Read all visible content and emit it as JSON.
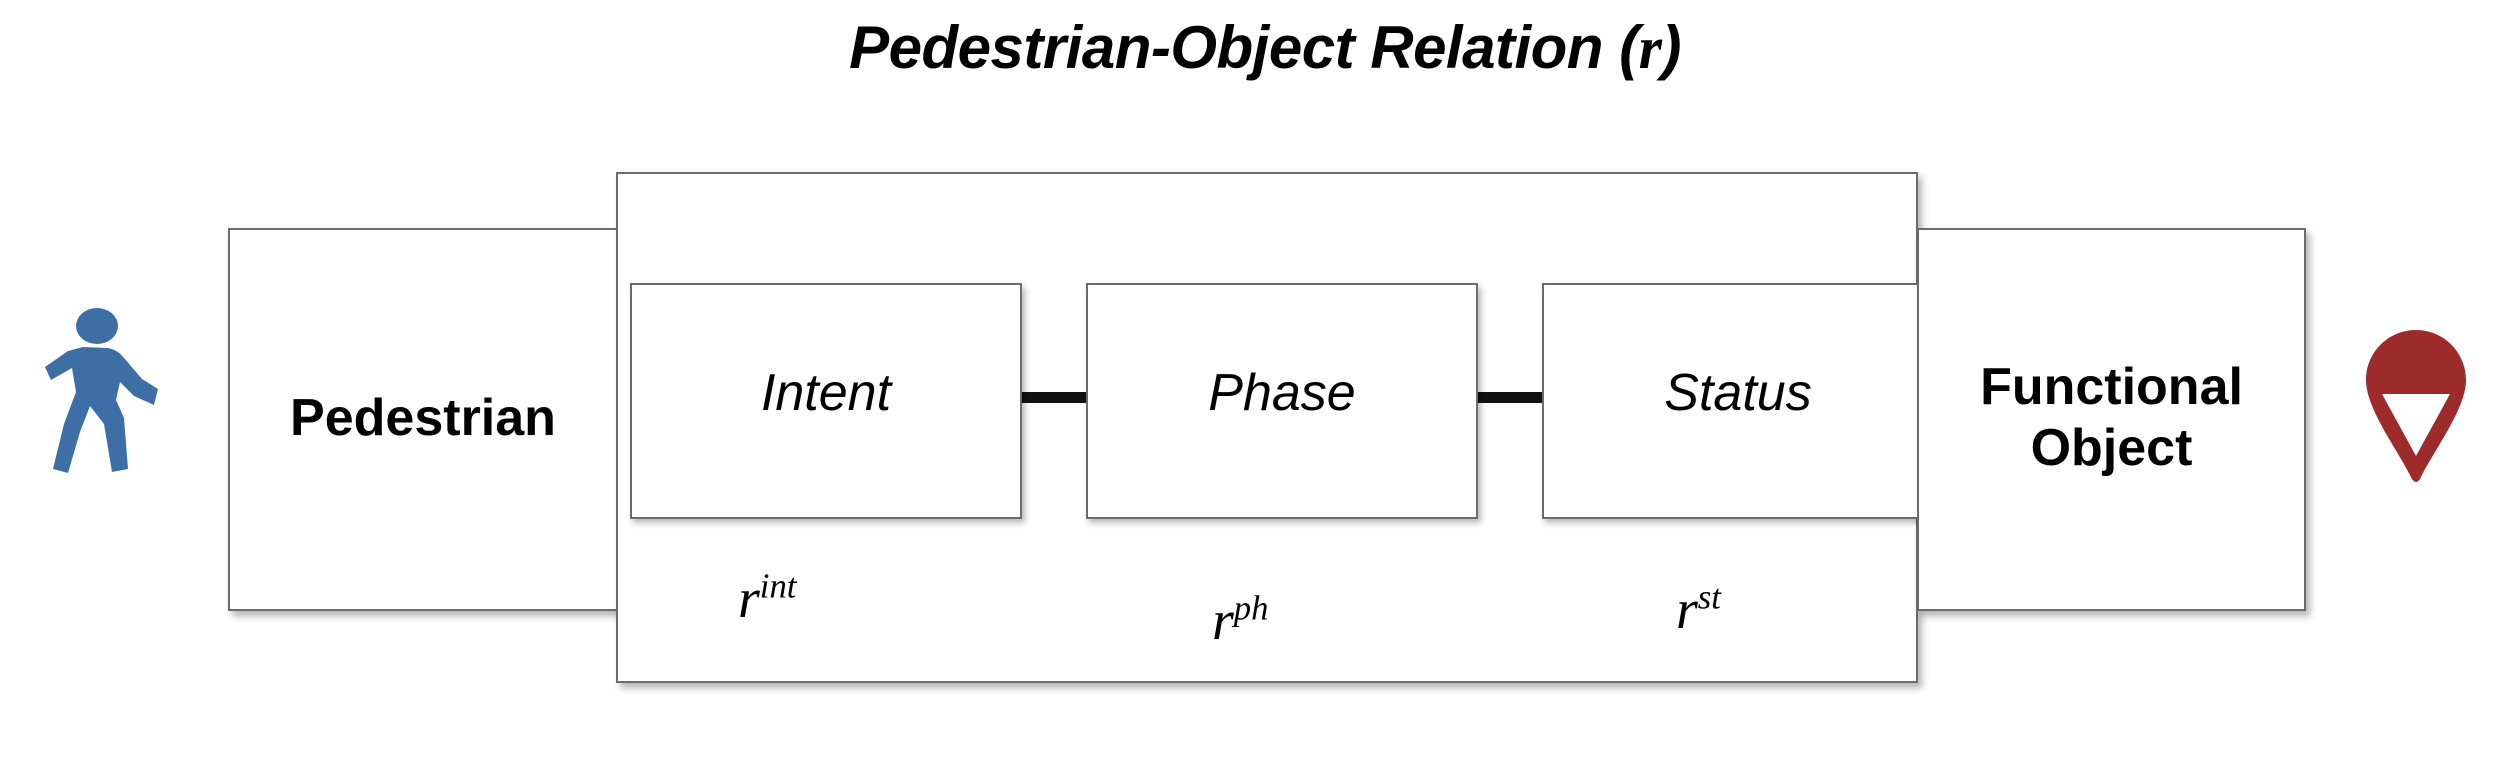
{
  "diagram": {
    "title": "Pedestrian-Object Relation (r)",
    "title_text": "Pedestrian-Object Relation (",
    "title_var": "r",
    "title_close": ")"
  },
  "entities": {
    "left": {
      "label": "Pedestrian",
      "icon": "pedestrian-walking-icon",
      "icon_color": "#3d6ea5"
    },
    "right": {
      "label": "Functional\nObject",
      "icon": "map-pin-icon",
      "icon_color": "#9e2b2b"
    }
  },
  "relation": {
    "container_name": "pedestrian-object-relation",
    "stages": [
      {
        "label": "Intent",
        "symbol_base": "r",
        "symbol_sup": "int"
      },
      {
        "label": "Phase",
        "symbol_base": "r",
        "symbol_sup": "ph"
      },
      {
        "label": "Status",
        "symbol_base": "r",
        "symbol_sup": "st"
      }
    ]
  },
  "colors": {
    "background": "#ffffff",
    "box_border": "#6b6b6b",
    "connector": "#111111",
    "text": "#000000",
    "pedestrian_blue": "#3d6ea5",
    "object_red": "#9e2b2b"
  }
}
